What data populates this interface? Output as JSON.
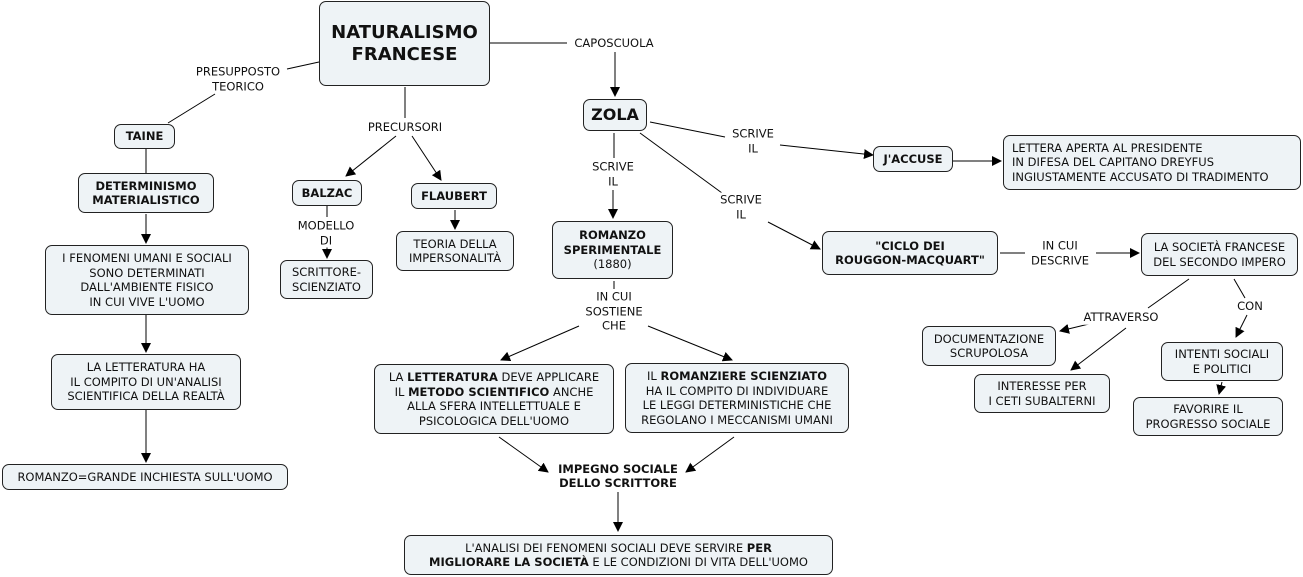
{
  "title": "NATURALISMO\nFRANCESE",
  "nodes": {
    "taine": "TAINE",
    "determinismo": "DETERMINISMO\nMATERIALISTICO",
    "fenomeni": "I FENOMENI UMANI E SOCIALI\nSONO DETERMINATI\nDALL'AMBIENTE FISICO\nIN CUI VIVE L'UOMO",
    "letteratura_compito": "LA LETTERATURA HA\nIL COMPITO DI UN'ANALISI\nSCIENTIFICA DELLA REALTÀ",
    "romanzo_inchiesta": "ROMANZO=GRANDE INCHIESTA SULL'UOMO",
    "balzac": "BALZAC",
    "scrittore_scienziato": "SCRITTORE-\nSCIENZIATO",
    "flaubert": "FLAUBERT",
    "impersonalita": "TEORIA DELLA\nIMPERSONALITÀ",
    "zola": "ZOLA",
    "romanzo_sperimentale_title": "ROMANZO\nSPERIMENTALE",
    "romanzo_sperimentale_year": "(1880)",
    "jaccuse": "J'ACCUSE",
    "lettera": "LETTERA APERTA AL PRESIDENTE\nIN DIFESA DEL CAPITANO DREYFUS\nINGIUSTAMENTE ACCUSATO DI TRADIMENTO",
    "ciclo": "\"CICLO DEI\nROUGGON-MACQUART\"",
    "societa": "LA SOCIETÀ FRANCESE\nDEL SECONDO IMPERO",
    "documentazione": "DOCUMENTAZIONE\nSCRUPOLOSA",
    "interesse": "INTERESSE PER\nI CETI SUBALTERNI",
    "intenti": "INTENTI SOCIALI\nE POLITICI",
    "progresso": "FAVORIRE IL\nPROGRESSO SOCIALE",
    "metodo": {
      "p1": "LA ",
      "b1": "LETTERATURA",
      "p2": " DEVE APPLICARE",
      "p3": "IL ",
      "b2": "METODO SCIENTIFICO",
      "p4": " ANCHE",
      "p5": "ALLA SFERA INTELLETTUALE E",
      "p6": "PSICOLOGICA DELL'UOMO"
    },
    "romanziere": {
      "p1": "IL ",
      "b1": "ROMANZIERE SCIENZIATO",
      "p2": "HA IL COMPITO DI INDIVIDUARE",
      "p3": "LE LEGGI DETERMINISTICHE CHE",
      "p4": "REGOLANO I MECCANISMI UMANI"
    },
    "impegno": "IMPEGNO SOCIALE\nDELLO SCRITTORE",
    "analisi": {
      "p1": "L'ANALISI DEI FENOMENI SOCIALI DEVE SERVIRE ",
      "b1": "PER",
      "b2": "MIGLIORARE LA SOCIETÀ",
      "p2": " E LE CONDIZIONI DI VITA DELL'UOMO"
    }
  },
  "link_labels": {
    "presupposto": "PRESUPPOSTO\nTEORICO",
    "precursori": "PRECURSORI",
    "caposcuola": "CAPOSCUOLA",
    "modello": "MODELLO\nDI",
    "scrive1": "SCRIVE\nIL",
    "scrive2": "SCRIVE\nIL",
    "scrive3": "SCRIVE\nIL",
    "in_cui_descrive": "IN CUI\nDESCRIVE",
    "in_cui_sostiene": "IN CUI\nSOSTIENE\nCHE",
    "attraverso": "ATTRAVERSO",
    "con": "CON"
  }
}
